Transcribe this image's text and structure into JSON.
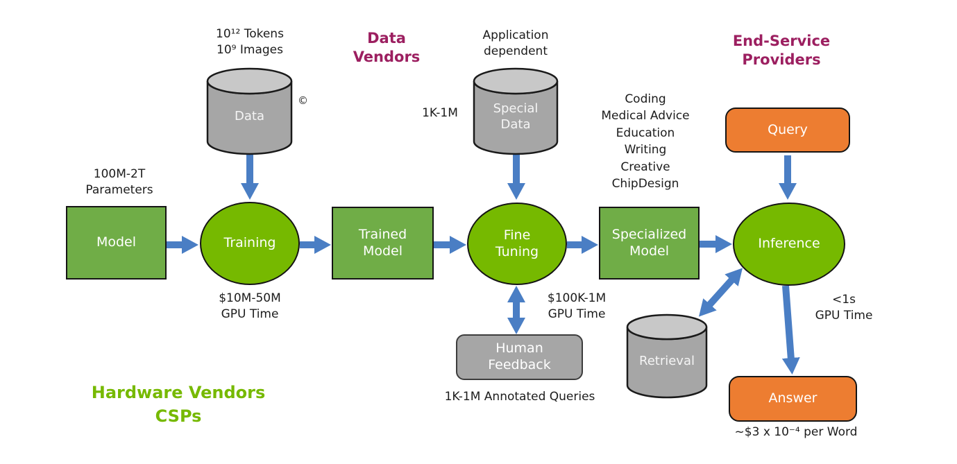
{
  "headings": {
    "data_vendors": "Data\nVendors",
    "end_service_providers": "End-Service\nProviders",
    "hardware_vendors": "Hardware Vendors\nCSPs"
  },
  "nodes": {
    "data_store": {
      "label": "Data"
    },
    "special_data_store": {
      "label": "Special\nData"
    },
    "retrieval_store": {
      "label": "Retrieval"
    },
    "model": {
      "label": "Model"
    },
    "training": {
      "label": "Training"
    },
    "trained_model": {
      "label": "Trained\nModel"
    },
    "fine_tuning": {
      "label": "Fine\nTuning"
    },
    "specialized_model": {
      "label": "Specialized\nModel"
    },
    "inference": {
      "label": "Inference"
    },
    "query": {
      "label": "Query"
    },
    "answer": {
      "label": "Answer"
    },
    "human_feedback": {
      "label": "Human\nFeedback"
    }
  },
  "annotations": {
    "dataset_size": "10¹² Tokens\n10⁹ Images",
    "copyright": "©",
    "application_dependent": "Application\ndependent",
    "special_data_size": "1K-1M",
    "use_cases": "Coding\nMedical Advice\nEducation\nWriting\nCreative\nChipDesign",
    "model_size": "100M-2T\nParameters",
    "training_cost": "$10M-50M\nGPU Time",
    "fine_tuning_cost": "$100K-1M\nGPU Time",
    "feedback_size": "1K-1M Annotated Queries",
    "inference_latency": "<1s\nGPU Time",
    "answer_cost": "~$3 x 10⁻⁴ per Word"
  },
  "colors": {
    "process_green": "#76b900",
    "artifact_green": "#70ad47",
    "storage_gray": "#a6a6a6",
    "storage_top_gray": "#c8c8c8",
    "io_orange": "#ed7d31",
    "arrow_blue": "#4a7ec4",
    "vendor_magenta": "#9c1f60"
  }
}
